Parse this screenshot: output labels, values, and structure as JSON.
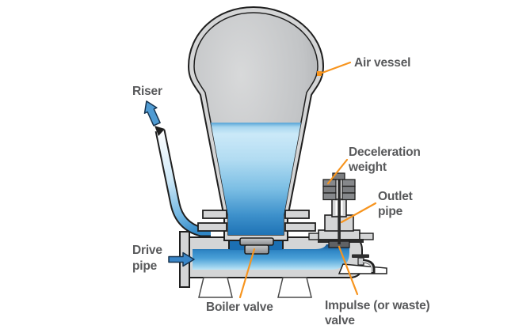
{
  "diagram": {
    "subject": "Hydraulic ram pump cutaway",
    "labels": {
      "riser": "Riser",
      "air_vessel": "Air vessel",
      "deceleration_weight": {
        "line1": "Deceleration",
        "line2": "weight"
      },
      "outlet_pipe": {
        "line1": "Outlet",
        "line2": "pipe"
      },
      "drive_pipe": {
        "line1": "Drive",
        "line2": "pipe"
      },
      "boiler_valve": "Boiler valve",
      "impulse_valve": {
        "line1": "Impulse (or waste)",
        "line2": "valve"
      }
    },
    "icons": {
      "riser_flow_arrow": "arrow-up-left",
      "drive_flow_arrow": "arrow-right",
      "tap": "faucet"
    },
    "colors": {
      "label_text": "#58595b",
      "leader_line": "#f7941e",
      "outline": "#231f20",
      "metal_gray": "#d4d5d6",
      "air_gray": "#aaacaf",
      "water_deep": "#1b6fb3",
      "water_light": "#cfeaf8",
      "flow_arrow_blue": "#3a86c8",
      "weight_gray": "#7c7e81"
    }
  }
}
